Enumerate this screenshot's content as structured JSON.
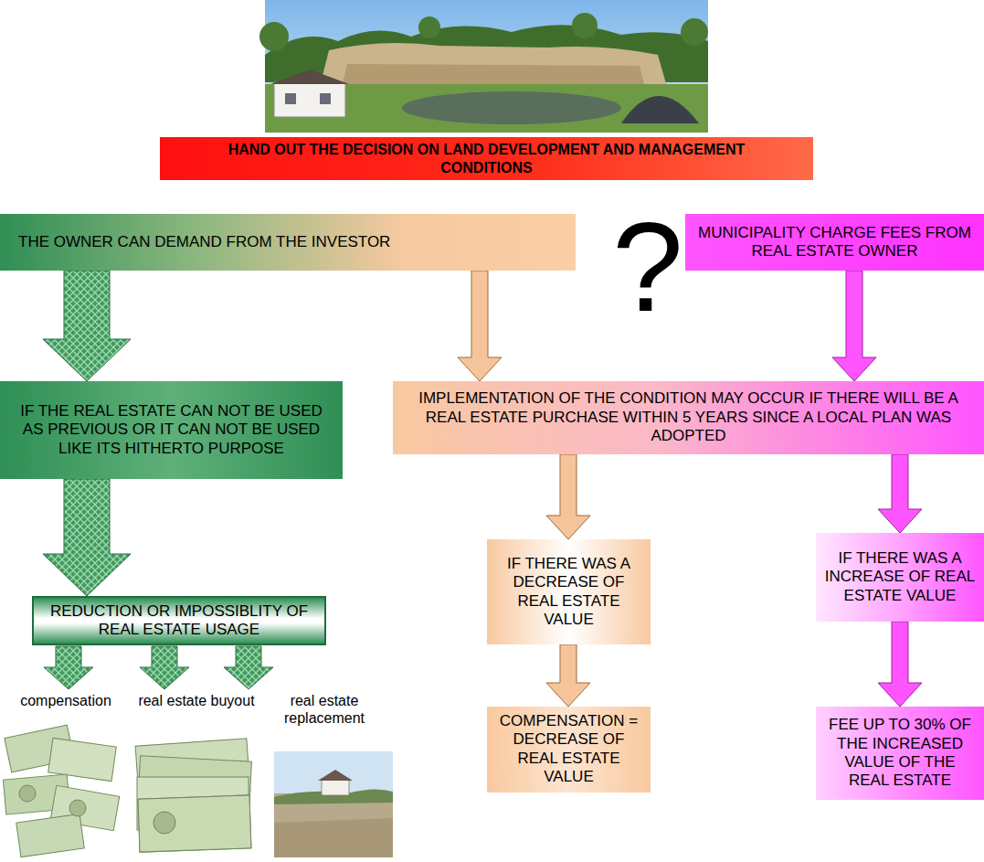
{
  "diagram": {
    "nodes": [
      {
        "text": [
          "HAND OUT THE DECISION ON LAND DEVELOPMENT AND MANAGEMENT CONDITIONS"
        ]
      },
      {
        "text": [
          "THE OWNER CAN DEMAND FROM THE INVESTOR"
        ]
      },
      {
        "text": [
          "MUNICIPALITY CHARGE FEES FROM REAL ESTATE OWNER"
        ]
      },
      {
        "text": [
          "IF THE REAL ESTATE CAN NOT BE USED AS PREVIOUS OR IT CAN NOT BE USED LIKE ITS HITHERTO PURPOSE"
        ]
      },
      {
        "text": [
          "IMPLEMENTATION OF THE CONDITION MAY OCCUR IF THERE WILL BE A REAL ESTATE PURCHASE WITHIN 5 YEARS SINCE A LOCAL PLAN WAS ADOPTED"
        ]
      },
      {
        "text": [
          "REDUCTION OR IMPOSSIBLITY OF REAL ESTATE USAGE"
        ]
      },
      {
        "text": [
          "IF THERE WAS A DECREASE OF REAL ESTATE VALUE"
        ]
      },
      {
        "text": [
          "IF THERE WAS A INCREASE OF REAL ESTATE VALUE"
        ]
      },
      {
        "text": [
          "COMPENSATION = DECREASE OF REAL ESTATE VALUE"
        ]
      },
      {
        "text": [
          "FEE UP TO 30% OF THE INCREASED VALUE OF THE REAL ESTATE"
        ]
      }
    ],
    "edges": [
      {
        "from": 1,
        "to": 3,
        "arrow": "to"
      },
      {
        "from": 1,
        "to": 4,
        "arrow": "to"
      },
      {
        "from": 2,
        "to": 4,
        "arrow": "to"
      },
      {
        "from": 3,
        "to": 5,
        "arrow": "to"
      },
      {
        "from": 4,
        "to": 6,
        "arrow": "to"
      },
      {
        "from": 4,
        "to": 7,
        "arrow": "to"
      },
      {
        "from": 6,
        "to": 8,
        "arrow": "to"
      },
      {
        "from": 7,
        "to": 9,
        "arrow": "to"
      }
    ],
    "labels": [
      "?",
      "compensation",
      "real estate buyout",
      "real estate replacement"
    ]
  }
}
